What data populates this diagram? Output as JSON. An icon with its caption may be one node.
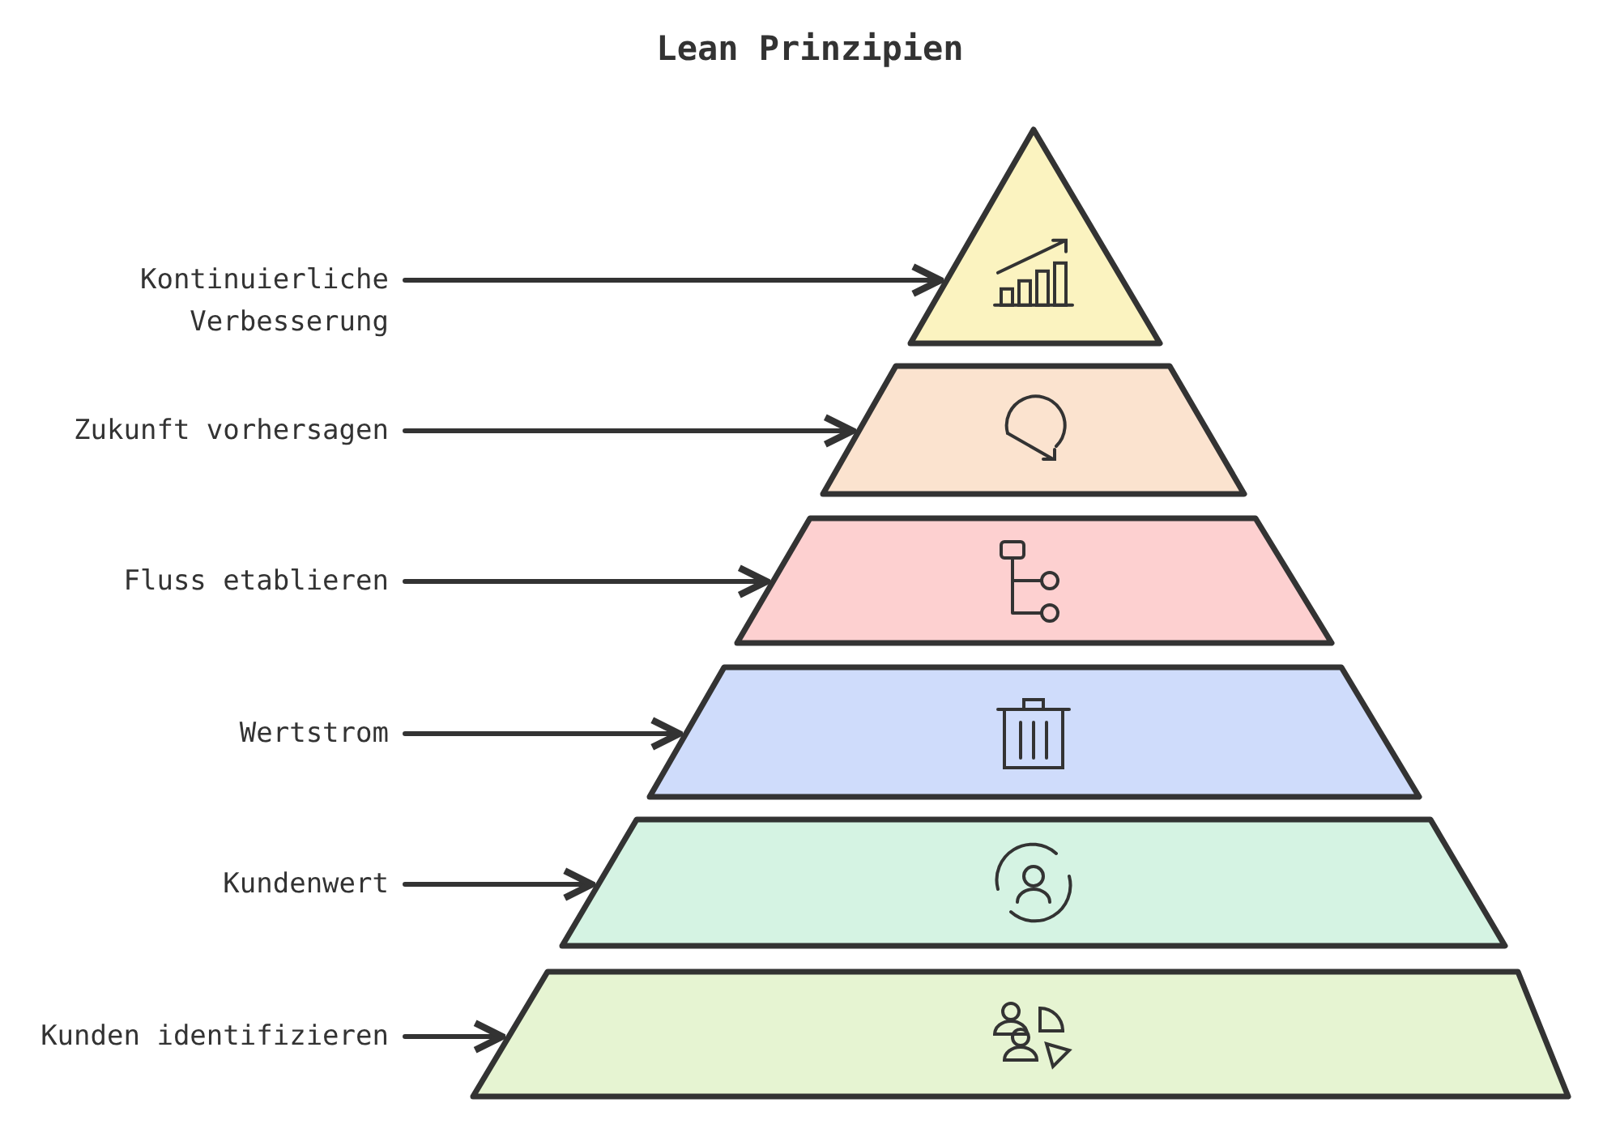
{
  "diagram": {
    "title": "Lean Prinzipien",
    "nodes": [
      {
        "text": [
          "Kontinuierliche Verbesserung"
        ]
      },
      {
        "text": [
          "Zukunft vorhersagen"
        ]
      },
      {
        "text": [
          "Fluss etablieren"
        ]
      },
      {
        "text": [
          "Wertstrom"
        ]
      },
      {
        "text": [
          "Kundenwert"
        ]
      },
      {
        "text": [
          "Kunden identifizieren"
        ]
      },
      {
        "text": [],
        "shape": "triangle"
      },
      {
        "text": [],
        "shape": "trapezoid"
      },
      {
        "text": [],
        "shape": "trapezoid"
      },
      {
        "text": [],
        "shape": "trapezoid"
      },
      {
        "text": [],
        "shape": "trapezoid"
      },
      {
        "text": [],
        "shape": "trapezoid"
      }
    ],
    "edges": [
      {
        "from": 0,
        "to": 6,
        "arrow": "to"
      },
      {
        "from": 1,
        "to": 7,
        "arrow": "to"
      },
      {
        "from": 2,
        "to": 8,
        "arrow": "to"
      },
      {
        "from": 3,
        "to": 9,
        "arrow": "to"
      },
      {
        "from": 4,
        "to": 10,
        "arrow": "to"
      },
      {
        "from": 5,
        "to": 11,
        "arrow": "to"
      }
    ]
  }
}
